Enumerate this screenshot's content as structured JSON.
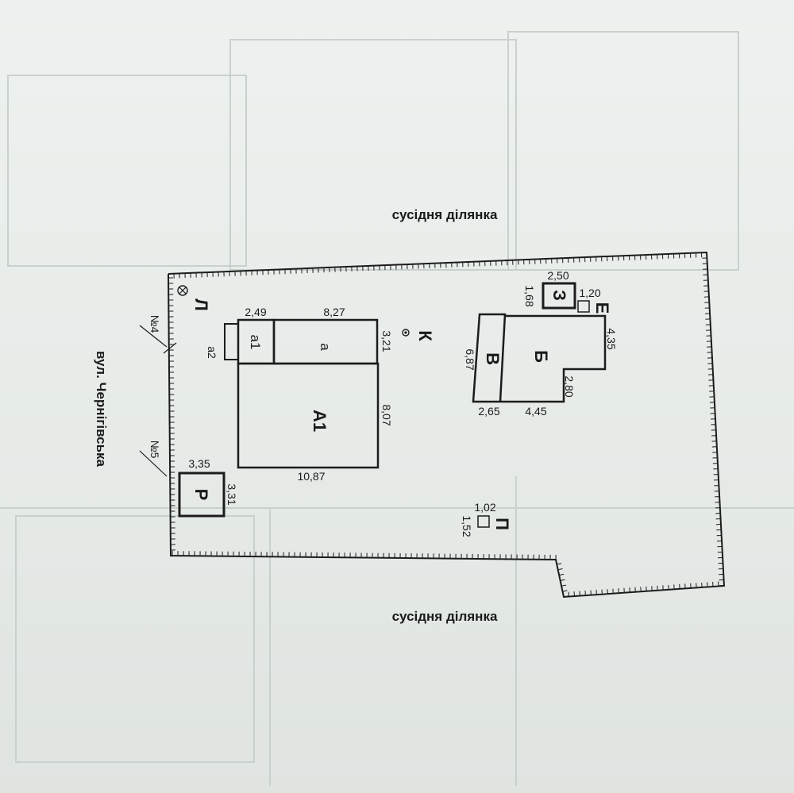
{
  "labels": {
    "neighbor_top": "сусідня ділянка",
    "neighbor_bottom": "сусідня ділянка",
    "street": "вул. Чернігівська",
    "house_no_4": "№4",
    "house_no_5": "№5"
  },
  "buildings": {
    "A1": "А1",
    "a": "а",
    "a1": "а1",
    "a2": "а2",
    "B": "Б",
    "V": "В",
    "Z": "З",
    "E": "Е",
    "P": "П",
    "R": "Р",
    "K": "К",
    "L": "Л"
  },
  "dimensions": {
    "a1_width": "2,49",
    "a_width": "8,27",
    "a_height": "3,21",
    "A1_height": "8,07",
    "A1_bottom": "10,87",
    "R_width": "3,35",
    "R_height": "3,31",
    "Z_width": "2,50",
    "Z_height": "1,68",
    "E_width": "1,20",
    "B_right": "4,35",
    "V_height": "6,87",
    "B_notch": "2,80",
    "V_bottom": "2,65",
    "B_bottom": "4,45",
    "P_width": "1,02",
    "P_height": "1,52"
  }
}
